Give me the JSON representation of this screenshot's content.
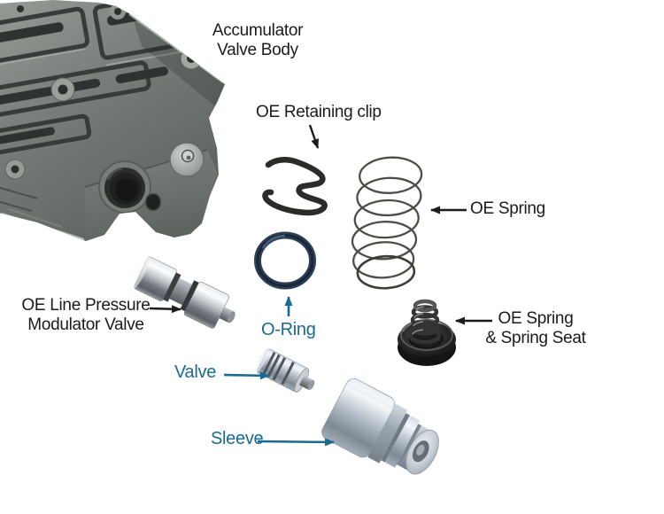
{
  "diagram": {
    "title": "Accumulator Valve Body exploded parts diagram",
    "colors": {
      "background": "#ffffff",
      "label_black": "#1b1b1b",
      "label_blue": "#186a90",
      "casting_gray": "#737a75",
      "metal_silver": "#b9c2cb",
      "rubber_dark": "#2d3f53"
    },
    "labels": {
      "valve_body": {
        "line1": "Accumulator",
        "line2": "Valve Body"
      },
      "retaining_clip": "OE Retaining clip",
      "spring": "OE Spring",
      "modulator_valve": {
        "line1": "OE Line Pressure",
        "line2": "Modulator Valve"
      },
      "spring_seat": {
        "line1": "OE Spring",
        "line2": "& Spring Seat"
      },
      "o_ring": "O-Ring",
      "valve": "Valve",
      "sleeve": "Sleeve"
    }
  }
}
